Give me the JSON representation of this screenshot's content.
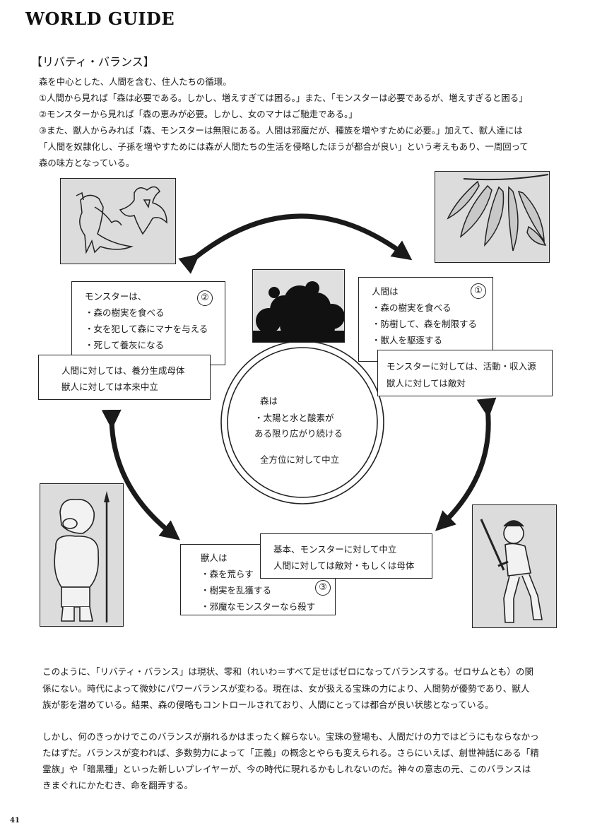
{
  "header": {
    "title": "WORLD GUIDE",
    "page_number": "41"
  },
  "section": {
    "heading": "【リバティ・バランス】"
  },
  "intro": [
    "森を中心とした、人間を含む、住人たちの循環。",
    "①人間から見れば「森は必要である。しかし、増えすぎては困る。」また、「モンスターは必要であるが、増えすぎると困る」",
    "②モンスターから見れば「森の恵みが必要。しかし、女のマナはご馳走である。」",
    "③また、獣人からみれば「森、モンスターは無限にある。人間は邪魔だが、種族を増やすために必要。」加えて、獣人達には",
    "「人間を奴隷化し、子孫を増やすためには森が人間たちの生活を侵略したほうが都合が良い」という考えもあり、一周回って",
    "森の味方となっている。"
  ],
  "diagram": {
    "monster": {
      "number": "②",
      "lines": [
        "モンスターは、",
        "・森の樹実を食べる",
        "・女を犯して森にマナを与える",
        "・死して養灰になる"
      ],
      "relation": [
        "人間に対しては、養分生成母体",
        "獣人に対しては本来中立"
      ]
    },
    "human": {
      "number": "①",
      "lines": [
        "人間は",
        "・森の樹実を食べる",
        "・防樹して、森を制限する",
        "・獣人を駆逐する"
      ],
      "relation": [
        "モンスターに対しては、活動・収入源",
        "獣人に対しては敵対"
      ]
    },
    "forest": {
      "lines": [
        "森は",
        "・太陽と水と酸素が",
        "ある限り広がり続ける"
      ],
      "neutral": "全方位に対して中立"
    },
    "beast": {
      "number": "③",
      "lines": [
        "獣人は",
        "・森を荒らす",
        "・樹実を乱獲する",
        "・邪魔なモンスターなら殺す"
      ],
      "relation": [
        "基本、モンスターに対して中立",
        "人間に対しては敵対・もしくは母体"
      ]
    },
    "illustrations": [
      "dragon-monsters",
      "leaves",
      "tree-canopy",
      "pig-beastman",
      "human-swordsman"
    ]
  },
  "body": [
    "このように、「リバティ・バランス」は現状、零和（れいわ＝すべて足せばゼロになってバランスする。ゼロサムとも）の関",
    "係にない。時代によって微妙にパワーバランスが変わる。現在は、女が扱える宝珠の力により、人間勢が優勢であり、獣人",
    "族が影を潜めている。結果、森の侵略もコントロールされており、人間にとっては都合が良い状態となっている。",
    "",
    "しかし、何のきっかけでこのバランスが崩れるかはまったく解らない。宝珠の登場も、人間だけの力ではどうにもならなかっ",
    "たはずだ。バランスが変われば、多数勢力によって「正義」の概念とやらも変えられる。さらにいえば、創世神話にある「精",
    "霊族」や「暗黒種」といった新しいプレイヤーが、今の時代に現れるかもしれないのだ。神々の意志の元、このバランスは",
    "きまぐれにかたむき、命を翻弄する。"
  ]
}
